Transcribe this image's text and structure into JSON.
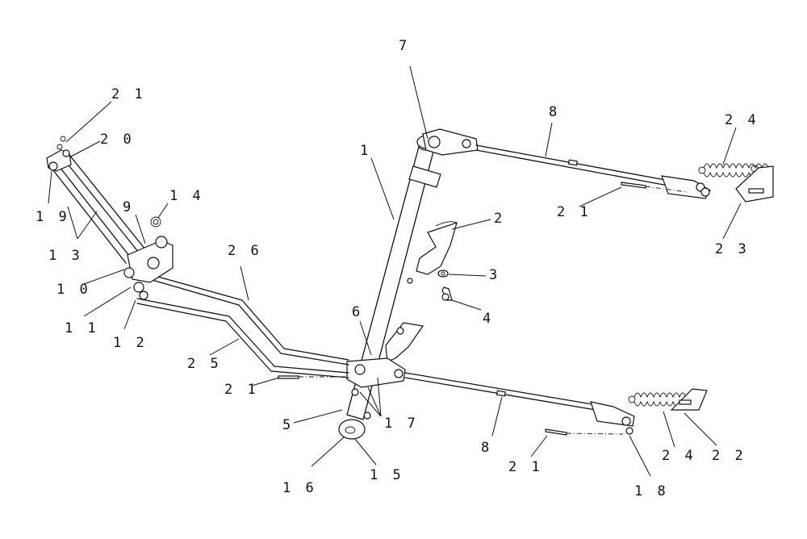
{
  "diagram": {
    "callouts": [
      {
        "id": "c21a",
        "text": "2 1"
      },
      {
        "id": "c20",
        "text": "2 0"
      },
      {
        "id": "c19",
        "text": "1 9"
      },
      {
        "id": "c13",
        "text": "1 3"
      },
      {
        "id": "c9",
        "text": "9"
      },
      {
        "id": "c14",
        "text": "1 4"
      },
      {
        "id": "c10",
        "text": "1 0"
      },
      {
        "id": "c11",
        "text": "1 1"
      },
      {
        "id": "c12",
        "text": "1 2"
      },
      {
        "id": "c26",
        "text": "2 6"
      },
      {
        "id": "c25",
        "text": "2 5"
      },
      {
        "id": "c21b",
        "text": "2 1"
      },
      {
        "id": "c6",
        "text": "6"
      },
      {
        "id": "c5",
        "text": "5"
      },
      {
        "id": "c16",
        "text": "1 6"
      },
      {
        "id": "c15",
        "text": "1 5"
      },
      {
        "id": "c17",
        "text": "1 7"
      },
      {
        "id": "c7",
        "text": "7"
      },
      {
        "id": "c1",
        "text": "1"
      },
      {
        "id": "c8a",
        "text": "8"
      },
      {
        "id": "c21c",
        "text": "2 1"
      },
      {
        "id": "c24a",
        "text": "2 4"
      },
      {
        "id": "c23",
        "text": "2 3"
      },
      {
        "id": "c2",
        "text": "2"
      },
      {
        "id": "c3",
        "text": "3"
      },
      {
        "id": "c4",
        "text": "4"
      },
      {
        "id": "c8b",
        "text": "8"
      },
      {
        "id": "c21d",
        "text": "2 1"
      },
      {
        "id": "c24b",
        "text": "2 4"
      },
      {
        "id": "c22",
        "text": "2 2"
      },
      {
        "id": "c18",
        "text": "1 8"
      }
    ]
  }
}
